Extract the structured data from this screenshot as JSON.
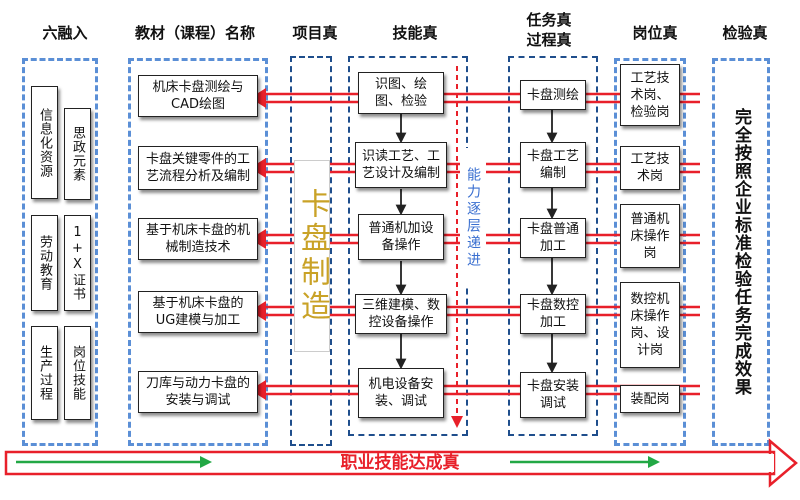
{
  "headers": {
    "six": "六融入",
    "material": "教材（课程）名称",
    "project": "项目真",
    "skill": "技能真",
    "task": "任务真过程真",
    "post": "岗位真",
    "check": "检验真"
  },
  "six_items": [
    "信息化资源",
    "思政元素",
    "劳动教育",
    "1+X证书",
    "生产过程",
    "岗位技能"
  ],
  "materials": [
    "机床卡盘测绘与CAD绘图",
    "卡盘关键零件的工艺流程分析及编制",
    "基于机床卡盘的机械制造技术",
    "基于机床卡盘的UG建模与加工",
    "刀库与动力卡盘的安装与调试"
  ],
  "project_text": "卡盘制造",
  "skills": [
    "识图、绘图、检验",
    "识读工艺、工艺设计及编制",
    "普通机加设备操作",
    "三维建模、数控设备操作",
    "机电设备安装、调试"
  ],
  "ability_text": "能力逐层递进",
  "tasks": [
    "卡盘测绘",
    "卡盘工艺编制",
    "卡盘普通加工",
    "卡盘数控加工",
    "卡盘安装调试"
  ],
  "posts": [
    "工艺技术岗、检验岗",
    "工艺技术岗",
    "普通机床操作岗",
    "数控机床操作岗、设计岗",
    "装配岗"
  ],
  "check_text": "完全按照企业标准检验任务完成效果",
  "bottom_text": "职业技能达成真",
  "colors": {
    "red": "#e8202a",
    "blue_dash": "#5b8fd6",
    "dark_dash": "#1f4e8c",
    "green": "#22a845",
    "gold": "#c9a227"
  }
}
